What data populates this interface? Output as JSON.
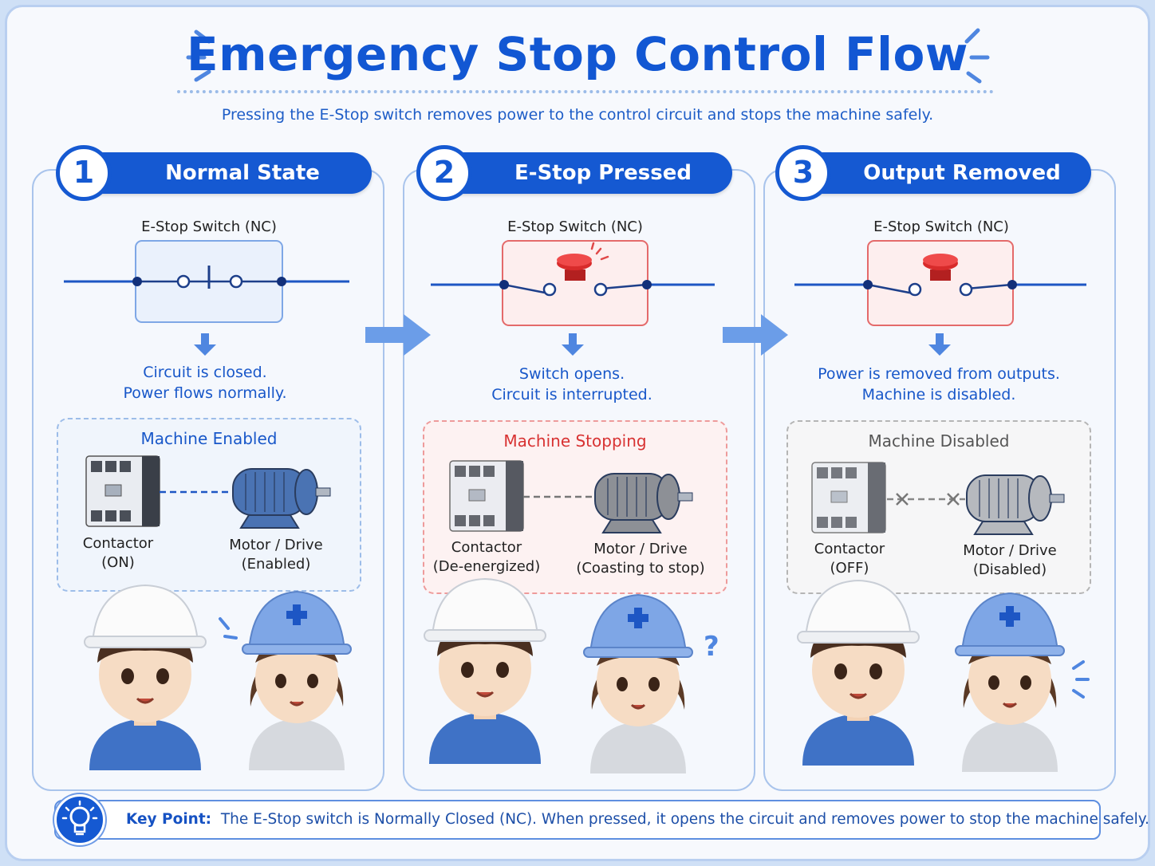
{
  "title": "Emergency Stop Control Flow",
  "subtitle": "Pressing the E-Stop switch removes power to the control circuit and stops the machine safely.",
  "colors": {
    "primary": "#1559d2",
    "stop_red": "#e04848",
    "gray": "#8a8a8a"
  },
  "steps": [
    {
      "number": "1",
      "title": "Normal State",
      "switch_label": "E-Stop Switch (NC)",
      "desc_line1": "Circuit is closed.",
      "desc_line2": "Power flows normally.",
      "machine_status": "Machine Enabled",
      "contactor_label": "Contactor",
      "contactor_state": "(ON)",
      "motor_label": "Motor / Drive",
      "motor_state": "(Enabled)"
    },
    {
      "number": "2",
      "title": "E-Stop Pressed",
      "switch_label": "E-Stop Switch (NC)",
      "desc_line1": "Switch opens.",
      "desc_line2": "Circuit is interrupted.",
      "machine_status": "Machine Stopping",
      "contactor_label": "Contactor",
      "contactor_state": "(De-energized)",
      "motor_label": "Motor / Drive",
      "motor_state": "(Coasting to stop)"
    },
    {
      "number": "3",
      "title": "Output Removed",
      "switch_label": "E-Stop Switch (NC)",
      "desc_line1": "Power is removed from outputs.",
      "desc_line2": "Machine is disabled.",
      "machine_status": "Machine Disabled",
      "contactor_label": "Contactor",
      "contactor_state": "(OFF)",
      "motor_label": "Motor / Drive",
      "motor_state": "(Disabled)"
    }
  ],
  "key_point": {
    "label": "Key Point:",
    "text": "The E-Stop switch is Normally Closed (NC). When pressed, it opens the circuit and removes power to stop the machine safely."
  },
  "icons": [
    "arrow-right-icon",
    "arrow-down-icon",
    "lightbulb-icon",
    "estop-button-icon",
    "contactor-icon",
    "motor-icon",
    "worker-icon"
  ]
}
